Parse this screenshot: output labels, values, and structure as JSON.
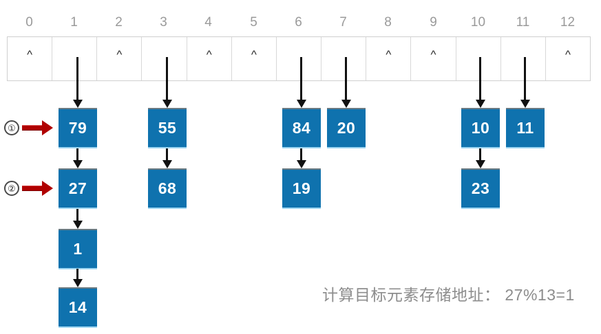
{
  "diagram": {
    "title": "hash-table-separate-chaining",
    "caption": "计算目标元素存储地址： 27%13=1",
    "colors": {
      "node_fill": "#0F72AE",
      "node_text": "#FFFFFF",
      "arrow": "#111111",
      "marker_arrow": "#B00000",
      "table_border": "#CFCFCF",
      "index_label": "#9A9A9A",
      "caption_text": "#8D8D8D"
    },
    "table": {
      "indices": [
        "0",
        "1",
        "2",
        "3",
        "4",
        "5",
        "6",
        "7",
        "8",
        "9",
        "10",
        "11",
        "12"
      ],
      "cells": [
        {
          "index": "0",
          "empty_mark": "^",
          "occupied": false
        },
        {
          "index": "1",
          "empty_mark": "",
          "occupied": true
        },
        {
          "index": "2",
          "empty_mark": "^",
          "occupied": false
        },
        {
          "index": "3",
          "empty_mark": "",
          "occupied": true
        },
        {
          "index": "4",
          "empty_mark": "^",
          "occupied": false
        },
        {
          "index": "5",
          "empty_mark": "^",
          "occupied": false
        },
        {
          "index": "6",
          "empty_mark": "",
          "occupied": true
        },
        {
          "index": "7",
          "empty_mark": "",
          "occupied": true
        },
        {
          "index": "8",
          "empty_mark": "^",
          "occupied": false
        },
        {
          "index": "9",
          "empty_mark": "^",
          "occupied": false
        },
        {
          "index": "10",
          "empty_mark": "",
          "occupied": true
        },
        {
          "index": "11",
          "empty_mark": "",
          "occupied": true
        },
        {
          "index": "12",
          "empty_mark": "^",
          "occupied": false
        }
      ],
      "chains": [
        {
          "bucket": "1",
          "values": [
            "79",
            "27",
            "1",
            "14"
          ]
        },
        {
          "bucket": "3",
          "values": [
            "55",
            "68"
          ]
        },
        {
          "bucket": "6",
          "values": [
            "84",
            "19"
          ]
        },
        {
          "bucket": "7",
          "values": [
            "20"
          ]
        },
        {
          "bucket": "10",
          "values": [
            "10",
            "23"
          ]
        },
        {
          "bucket": "11",
          "values": [
            "11"
          ]
        }
      ]
    },
    "step_markers": [
      {
        "label": "①",
        "points_at": "79"
      },
      {
        "label": "②",
        "points_at": "27"
      }
    ]
  }
}
